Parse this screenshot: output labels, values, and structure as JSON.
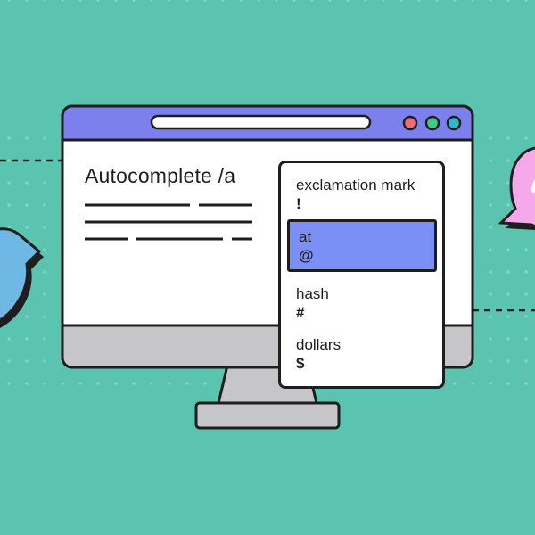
{
  "colors": {
    "background": "#5bc4b0",
    "dots": "#7fd6c4",
    "browser_bar": "#7b80ec",
    "highlight": "#7b90f6",
    "window_dot_red": "#f06a78",
    "window_dot_green": "#3dcb86",
    "window_dot_teal": "#2fb8c8",
    "bubble_blue": "#6fb8e6",
    "bubble_pink": "#f5a9ea",
    "monitor_base": "#c6c6c8",
    "outline": "#1e1e1e"
  },
  "editor": {
    "title": "Autocomplete /a"
  },
  "autocomplete": {
    "items": [
      {
        "label": "exclamation mark",
        "symbol": "!"
      },
      {
        "label": "at",
        "symbol": "@"
      },
      {
        "label": "hash",
        "symbol": "#"
      },
      {
        "label": "dollars",
        "symbol": "$"
      }
    ],
    "selected_label": "at"
  },
  "icons": [
    "chat-bubble-left-icon",
    "chat-bubble-right-icon",
    "window-control-dots-icon"
  ]
}
